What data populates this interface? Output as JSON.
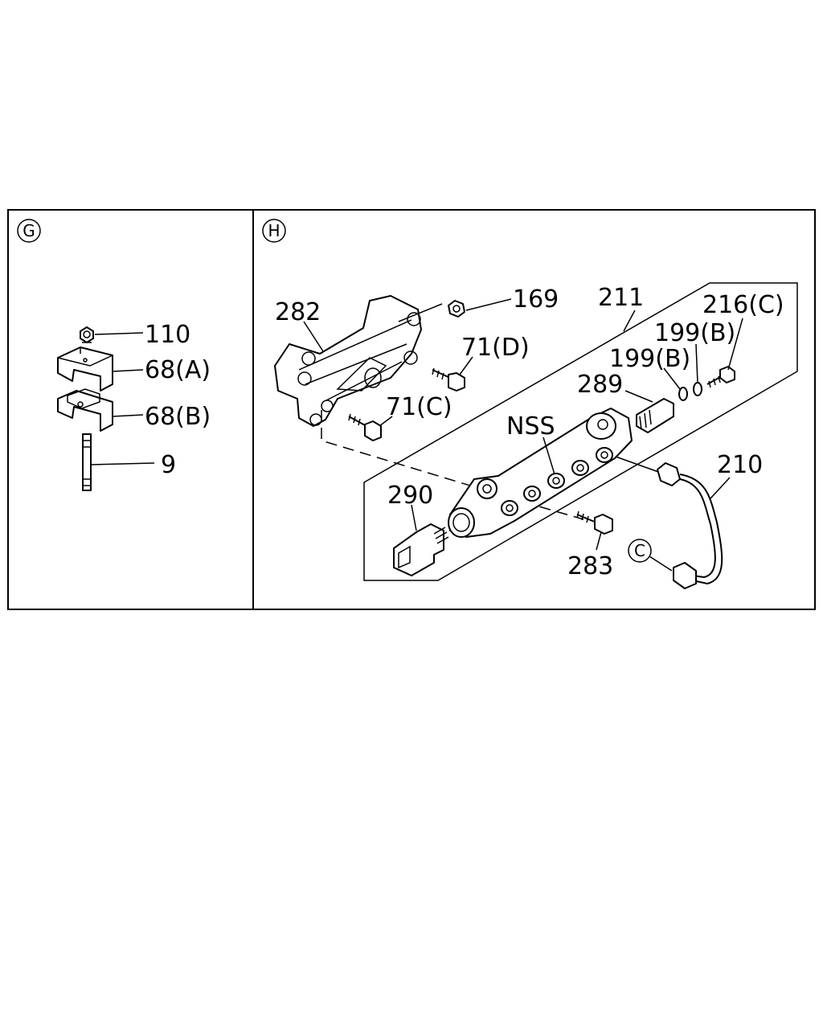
{
  "panels": {
    "g": {
      "marker": "G"
    },
    "h": {
      "marker": "H"
    }
  },
  "callouts": {
    "p110": "110",
    "p68a": "68(A)",
    "p68b": "68(B)",
    "p9": "9",
    "p282": "282",
    "p169": "169",
    "p211": "211",
    "p216c": "216(C)",
    "p71d": "71(D)",
    "p199b_upper": "199(B)",
    "p199b_lower": "199(B)",
    "p289": "289",
    "p71c": "71(C)",
    "pnss": "NSS",
    "p210": "210",
    "p290": "290",
    "p283": "283",
    "ref_c": "C"
  }
}
